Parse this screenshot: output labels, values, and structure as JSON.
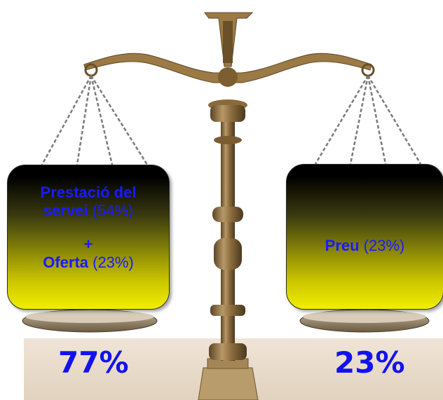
{
  "left_pan": {
    "line1": "Prestació del",
    "line2_bold": "servei",
    "line2_rest": " (54%)",
    "plus": "+",
    "line3_bold": "Oferta",
    "line3_rest": " (23%)",
    "total": "77%"
  },
  "right_pan": {
    "label_bold": "Preu",
    "label_rest": " (23%)",
    "total": "23%"
  },
  "colors": {
    "text_blue": "#1a1aff",
    "brass": "#9c7a45",
    "gradient_top": "#000000",
    "gradient_bottom": "#f2ee00"
  }
}
